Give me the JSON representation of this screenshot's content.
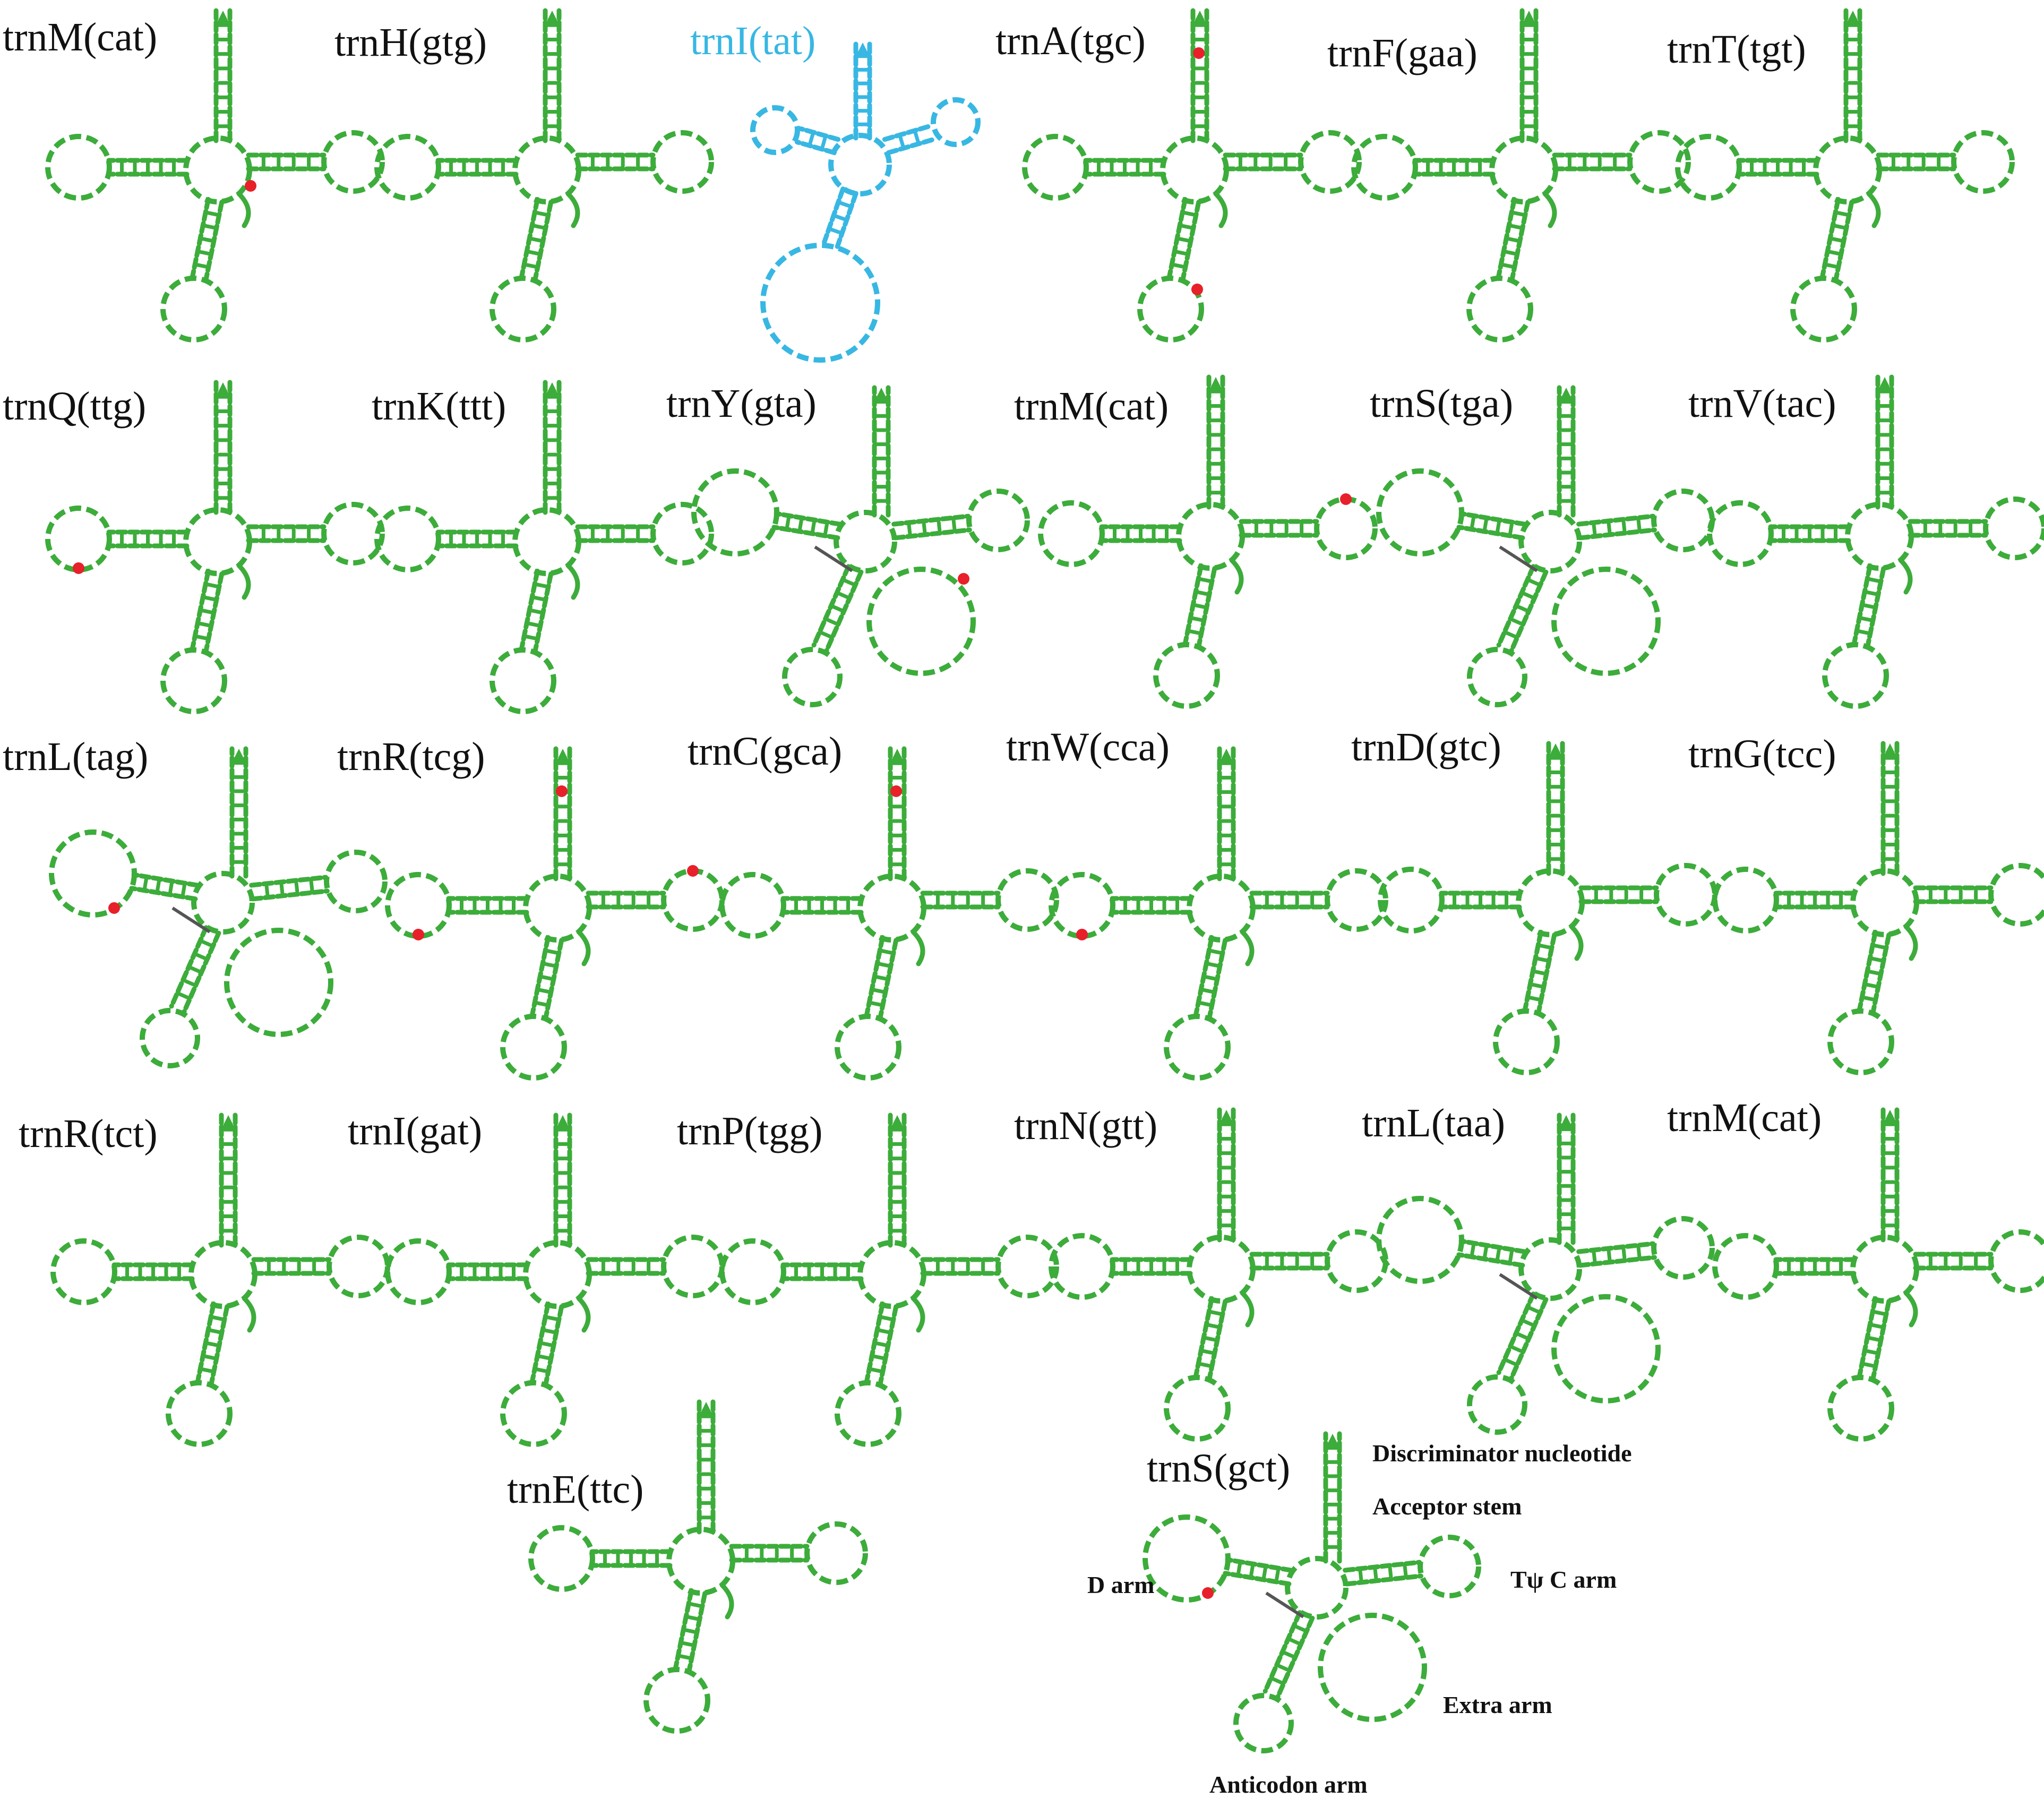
{
  "colors": {
    "structure": "#3cac3a",
    "highlight_structure": "#38b7e3",
    "highlight_title": "#38b7e3",
    "mismatch": "#e8202a",
    "tether": "#555555",
    "title": "#111111"
  },
  "trnas": [
    {
      "name": "trnM(cat)",
      "shape": "cloverleaf",
      "highlight": false,
      "marks": [
        "extra"
      ]
    },
    {
      "name": "trnH(gtg)",
      "shape": "cloverleaf",
      "highlight": false,
      "marks": []
    },
    {
      "name": "trnI(tat)",
      "shape": "dloop-missing",
      "highlight": true,
      "marks": []
    },
    {
      "name": "trnA(tgc)",
      "shape": "cloverleaf",
      "highlight": false,
      "marks": [
        "acceptor",
        "anticodon"
      ]
    },
    {
      "name": "trnF(gaa)",
      "shape": "cloverleaf",
      "highlight": false,
      "marks": []
    },
    {
      "name": "trnT(tgt)",
      "shape": "cloverleaf",
      "highlight": false,
      "marks": []
    },
    {
      "name": "trnQ(ttg)",
      "shape": "cloverleaf",
      "highlight": false,
      "marks": [
        "dloop"
      ]
    },
    {
      "name": "trnK(ttt)",
      "shape": "cloverleaf",
      "highlight": false,
      "marks": []
    },
    {
      "name": "trnY(gta)",
      "shape": "big-loop",
      "highlight": false,
      "marks": [
        "extra"
      ]
    },
    {
      "name": "trnM(cat)",
      "shape": "cloverleaf",
      "highlight": false,
      "marks": [
        "tloop"
      ]
    },
    {
      "name": "trnS(tga)",
      "shape": "big-loop",
      "highlight": false,
      "marks": []
    },
    {
      "name": "trnV(tac)",
      "shape": "cloverleaf",
      "highlight": false,
      "marks": []
    },
    {
      "name": "trnL(tag)",
      "shape": "big-loop",
      "highlight": false,
      "marks": [
        "dloop"
      ]
    },
    {
      "name": "trnR(tcg)",
      "shape": "cloverleaf",
      "highlight": false,
      "marks": [
        "acceptor",
        "dloop",
        "tloop"
      ]
    },
    {
      "name": "trnC(gca)",
      "shape": "cloverleaf",
      "highlight": false,
      "marks": [
        "acceptor"
      ]
    },
    {
      "name": "trnW(cca)",
      "shape": "cloverleaf",
      "highlight": false,
      "marks": [
        "dloop"
      ]
    },
    {
      "name": "trnD(gtc)",
      "shape": "cloverleaf",
      "highlight": false,
      "marks": []
    },
    {
      "name": "trnG(tcc)",
      "shape": "cloverleaf",
      "highlight": false,
      "marks": []
    },
    {
      "name": "trnR(tct)",
      "shape": "cloverleaf",
      "highlight": false,
      "marks": []
    },
    {
      "name": "trnI(gat)",
      "shape": "cloverleaf",
      "highlight": false,
      "marks": []
    },
    {
      "name": "trnP(tgg)",
      "shape": "cloverleaf",
      "highlight": false,
      "marks": []
    },
    {
      "name": "trnN(gtt)",
      "shape": "cloverleaf",
      "highlight": false,
      "marks": []
    },
    {
      "name": "trnL(taa)",
      "shape": "big-loop",
      "highlight": false,
      "marks": []
    },
    {
      "name": "trnM(cat)",
      "shape": "cloverleaf",
      "highlight": false,
      "marks": []
    },
    {
      "name": "trnE(ttc)",
      "shape": "cloverleaf",
      "highlight": false,
      "marks": []
    },
    {
      "name": "trnS(gct)",
      "shape": "big-loop",
      "highlight": false,
      "marks": [
        "dloop"
      ]
    }
  ],
  "annotations": {
    "discriminator": "Discriminator nucleotide",
    "acceptor": "Acceptor stem",
    "tpsic": "Tψ C arm",
    "darm": "D arm",
    "extra": "Extra arm",
    "anticodon": "Anticodon arm"
  }
}
